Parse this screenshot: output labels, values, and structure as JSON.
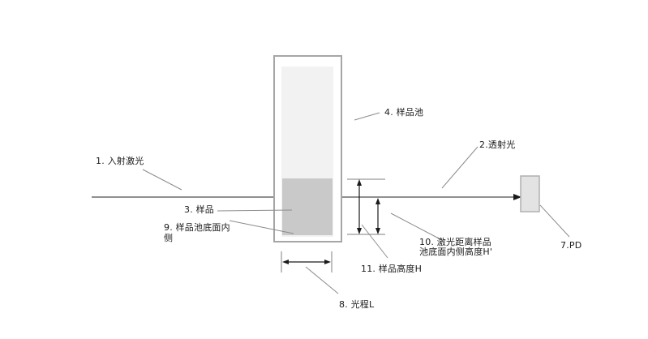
{
  "diagram": {
    "labels": {
      "incident_laser": "1. 入射激光",
      "transmitted_light": "2.透射光",
      "sample": "3. 样品",
      "sample_cell": "4. 样品池",
      "pd": "7.PD",
      "optical_path": "8. 光程L",
      "cell_bottom_inner": {
        "line1": "9. 样品池底面内",
        "line2": "侧"
      },
      "laser_height": {
        "line1": "10. 激光距离样品",
        "line2": "池底面内侧高度H'"
      },
      "sample_height": "11. 样品高度H"
    },
    "colors": {
      "background": "#ffffff",
      "cell_border": "#a6a6a6",
      "cell_fill": "#ffffff",
      "cell_inner_fill": "#f2f2f2",
      "sample_fill": "#c9c9c9",
      "pd_fill": "#e3e3e3",
      "pd_border": "#b0b0b0",
      "beam_line": "#4d4d4d",
      "leader_line": "#8c8c8c",
      "extension_line": "#7f7f7f",
      "dimension_line": "#1a1a1a",
      "text": "#1a1a1a"
    }
  }
}
